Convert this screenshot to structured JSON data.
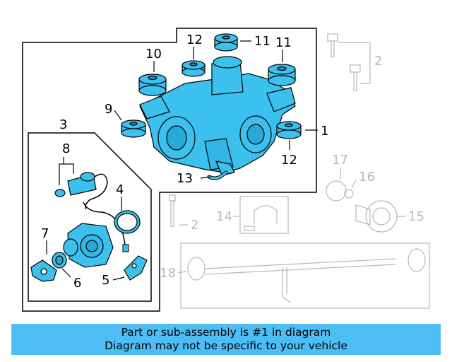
{
  "callouts": {
    "c1": "1",
    "c2a": "2",
    "c2b": "2",
    "c3": "3",
    "c4": "4",
    "c5": "5",
    "c6": "6",
    "c7": "7",
    "c8": "8",
    "c9": "9",
    "c10": "10",
    "c11a": "11",
    "c11b": "11",
    "c12a": "12",
    "c12b": "12",
    "c13": "13",
    "c14": "14",
    "c15": "15",
    "c16": "16",
    "c17": "17",
    "c18": "18"
  },
  "banner": {
    "line1": "Part or sub-assembly is #1 in diagram",
    "line2": "Diagram may not be specific to your vehicle"
  },
  "colors": {
    "highlight": "#4dbef5",
    "part_fill": "#3cc0ee",
    "inactive": "#b8b8b8"
  }
}
